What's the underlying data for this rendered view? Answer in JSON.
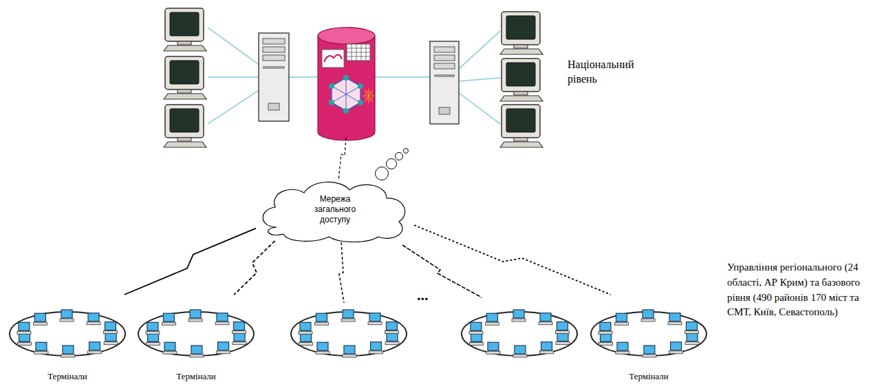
{
  "diagram": {
    "nodes": [
      {
        "text": [
          "Мережа загального доступу"
        ]
      },
      {
        "text": [
          "Термінали"
        ]
      },
      {
        "text": [
          "Термінали"
        ]
      },
      {
        "text": [
          "Термінали"
        ]
      }
    ],
    "edges": [
      {
        "from": 0,
        "to": 1,
        "arrow": "none"
      },
      {
        "from": 0,
        "to": 2,
        "arrow": "none"
      },
      {
        "from": 0,
        "to": 3,
        "arrow": "none"
      }
    ],
    "labels": [
      "Національний рівень",
      "...",
      "Управління регіонального (24 області, АР Крим) та базового рівня (490 районів 170 міст та СМТ, Київ, Севастополь)"
    ]
  }
}
